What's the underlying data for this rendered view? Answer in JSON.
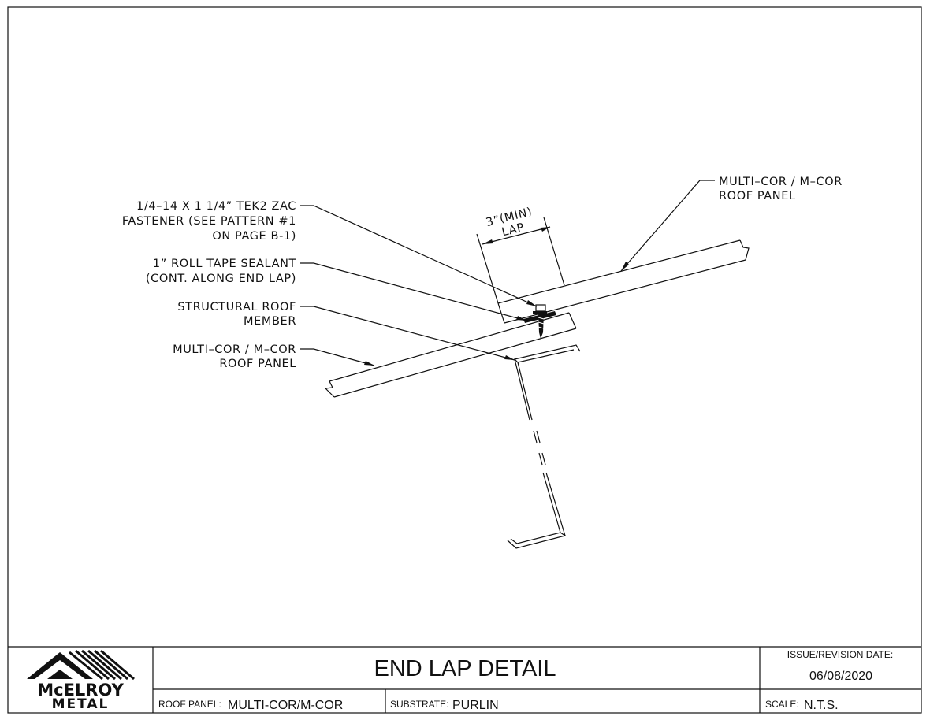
{
  "drawing": {
    "callouts": {
      "fastener": [
        "1/4–14 X 1 1/4” TEK2 ZAC",
        "FASTENER (SEE PATTERN #1",
        "ON PAGE B-1)"
      ],
      "sealant": [
        "1” ROLL TAPE SEALANT",
        "(CONT. ALONG END LAP)"
      ],
      "structural": [
        "STRUCTURAL ROOF",
        "MEMBER"
      ],
      "lower_panel": [
        "MULTI–COR / M–COR",
        "ROOF PANEL"
      ],
      "upper_panel": [
        "MULTI–COR / M–COR",
        "ROOF PANEL"
      ]
    },
    "lap_dimension": [
      "3”(MIN)",
      "LAP"
    ]
  },
  "title_block": {
    "logo_line1": "McELROY",
    "logo_line2": "METAL",
    "title": "END LAP DETAIL",
    "issue_label": "ISSUE/REVISION  DATE:",
    "issue_date": "06/08/2020",
    "roof_panel_label": "ROOF  PANEL:",
    "roof_panel_value": "MULTI-COR/M-COR",
    "substrate_label": "SUBSTRATE:",
    "substrate_value": "PURLIN",
    "scale_label": "SCALE:",
    "scale_value": "N.T.S."
  }
}
